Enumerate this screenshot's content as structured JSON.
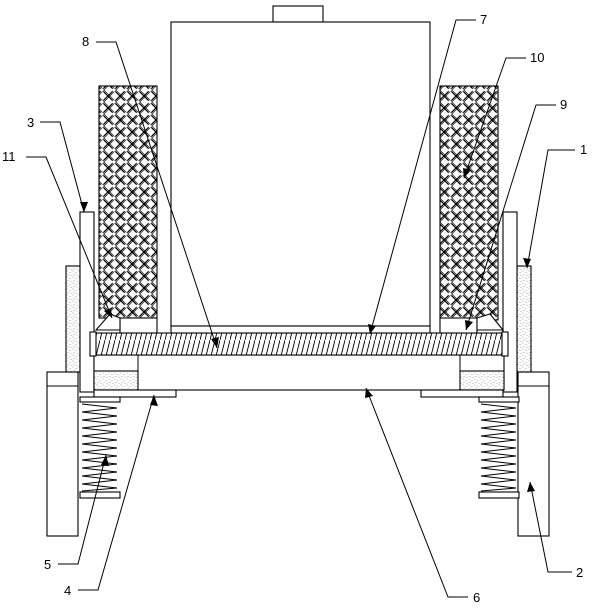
{
  "diagram": {
    "labels": {
      "l1": "1",
      "l2": "2",
      "l3": "3",
      "l4": "4",
      "l5": "5",
      "l6": "6",
      "l7": "7",
      "l8": "8",
      "l9": "9",
      "l10": "10",
      "l11": "11"
    },
    "colors": {
      "line": "#000000",
      "background": "#ffffff",
      "stipple": "#777777"
    }
  }
}
